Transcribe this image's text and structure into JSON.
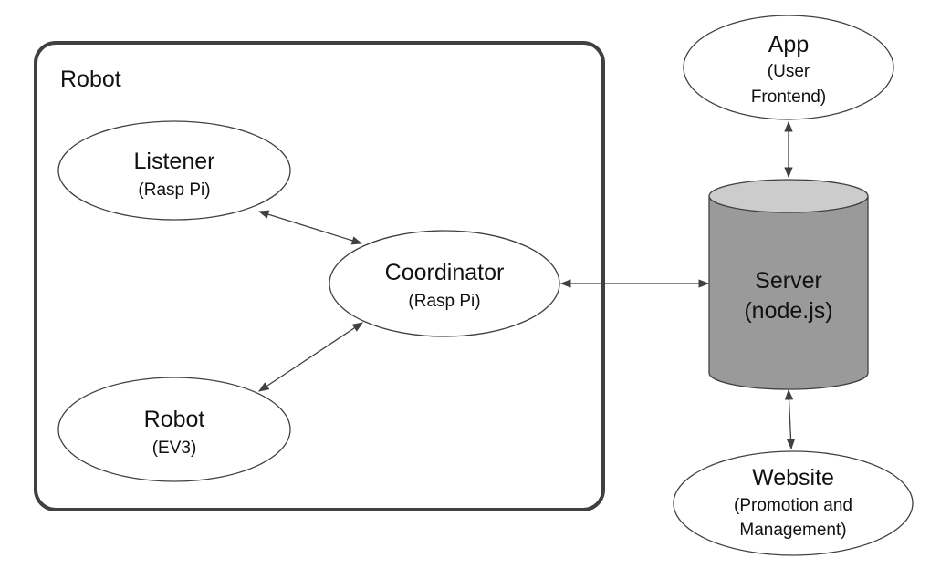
{
  "group": {
    "label": "Robot"
  },
  "nodes": {
    "listener": {
      "title": "Listener",
      "sub": "(Rasp Pi)"
    },
    "coordinator": {
      "title": "Coordinator",
      "sub": "(Rasp Pi)"
    },
    "robot": {
      "title": "Robot",
      "sub": "(EV3)"
    },
    "app": {
      "title": "App",
      "sub1": "(User",
      "sub2": "Frontend)"
    },
    "server": {
      "title": "Server",
      "sub": "(node.js)"
    },
    "website": {
      "title": "Website",
      "sub1": "(Promotion and",
      "sub2": "Management)"
    }
  },
  "colors": {
    "stroke": "#404040",
    "server_fill": "#9a9a9a",
    "server_top": "#cccccc"
  }
}
